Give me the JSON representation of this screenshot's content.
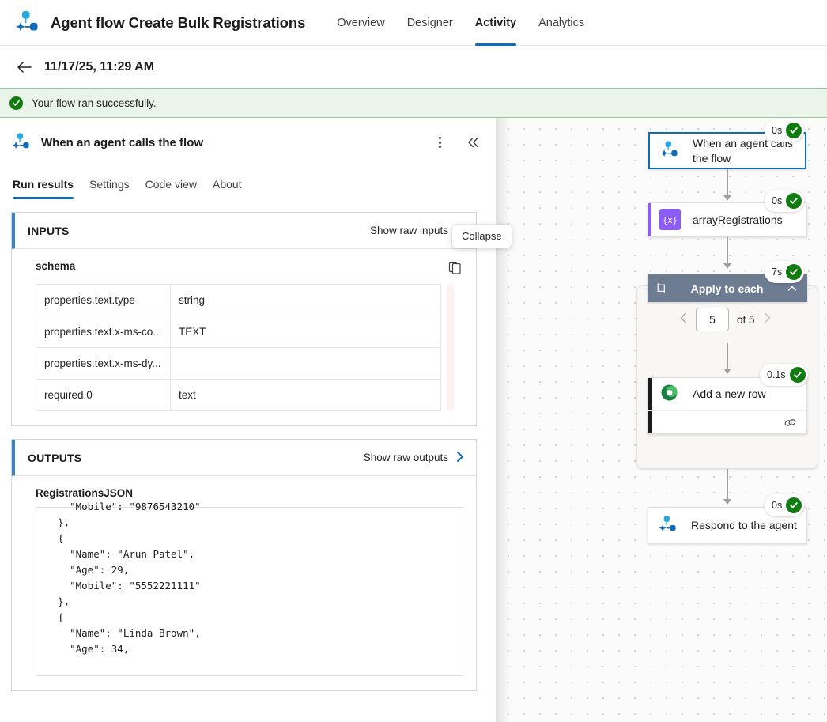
{
  "header": {
    "logo_icon": "agent-flow-logo-icon",
    "title": "Agent flow Create Bulk Registrations",
    "tabs": [
      {
        "label": "Overview",
        "active": false
      },
      {
        "label": "Designer",
        "active": false
      },
      {
        "label": "Activity",
        "active": true
      },
      {
        "label": "Analytics",
        "active": false
      }
    ]
  },
  "run_header": {
    "back_icon": "back-arrow-icon",
    "timestamp": "11/17/25, 11:29 AM"
  },
  "status": {
    "icon": "success-check-icon",
    "message": "Your flow ran successfully.",
    "background": "#e9f5e9",
    "border": "#9ac79a",
    "accent": "#107c10"
  },
  "panel": {
    "node_icon": "agent-trigger-icon",
    "node_title": "When an agent calls the flow",
    "more_icon": "more-options-icon",
    "collapse_icon": "double-chevron-left-icon",
    "tooltip": "Collapse",
    "tabs": [
      {
        "label": "Run results",
        "active": true
      },
      {
        "label": "Settings",
        "active": false
      },
      {
        "label": "Code view",
        "active": false
      },
      {
        "label": "About",
        "active": false
      }
    ],
    "inputs": {
      "title": "INPUTS",
      "raw_link": "Show raw inputs",
      "field_label": "schema",
      "copy_icon": "copy-icon",
      "rows": [
        {
          "key": "properties.text.type",
          "value": "string"
        },
        {
          "key": "properties.text.x-ms-co...",
          "value": "TEXT"
        },
        {
          "key": "properties.text.x-ms-dy...",
          "value": ""
        },
        {
          "key": "required.0",
          "value": "text"
        }
      ]
    },
    "outputs": {
      "title": "OUTPUTS",
      "raw_link": "Show raw outputs",
      "field_label": "RegistrationsJSON",
      "code": "    \"Mobile\": \"9876543210\"\n  },\n  {\n    \"Name\": \"Arun Patel\",\n    \"Age\": 29,\n    \"Mobile\": \"5552221111\"\n  },\n  {\n    \"Name\": \"Linda Brown\",\n    \"Age\": 34,"
    }
  },
  "canvas": {
    "nodes": [
      {
        "id": "trigger",
        "label": "When an agent calls the flow",
        "icon": "agent-trigger-icon",
        "duration": "0s",
        "status": "success",
        "selected": true
      },
      {
        "id": "array-registrations",
        "label": "arrayRegistrations",
        "icon": "variable-expression-icon",
        "duration": "0s",
        "status": "success",
        "accent": "#8b5cf6"
      },
      {
        "id": "apply-to-each",
        "label": "Apply to each",
        "icon": "loop-scope-icon",
        "duration": "7s",
        "status": "success",
        "collapse_icon": "chevron-up-icon",
        "pager": {
          "current": "5",
          "suffix": "of 5",
          "prev_icon": "chevron-left-icon",
          "next_icon": "chevron-right-icon"
        }
      },
      {
        "id": "add-a-new-row",
        "label": "Add a new row",
        "icon": "excel-table-icon",
        "duration": "0.1s",
        "status": "success",
        "accent": "#1b1b1b",
        "footer_icon": "link-connector-icon"
      },
      {
        "id": "respond-to-agent",
        "label": "Respond to the agent",
        "icon": "agent-trigger-icon",
        "duration": "0s",
        "status": "success"
      }
    ]
  }
}
